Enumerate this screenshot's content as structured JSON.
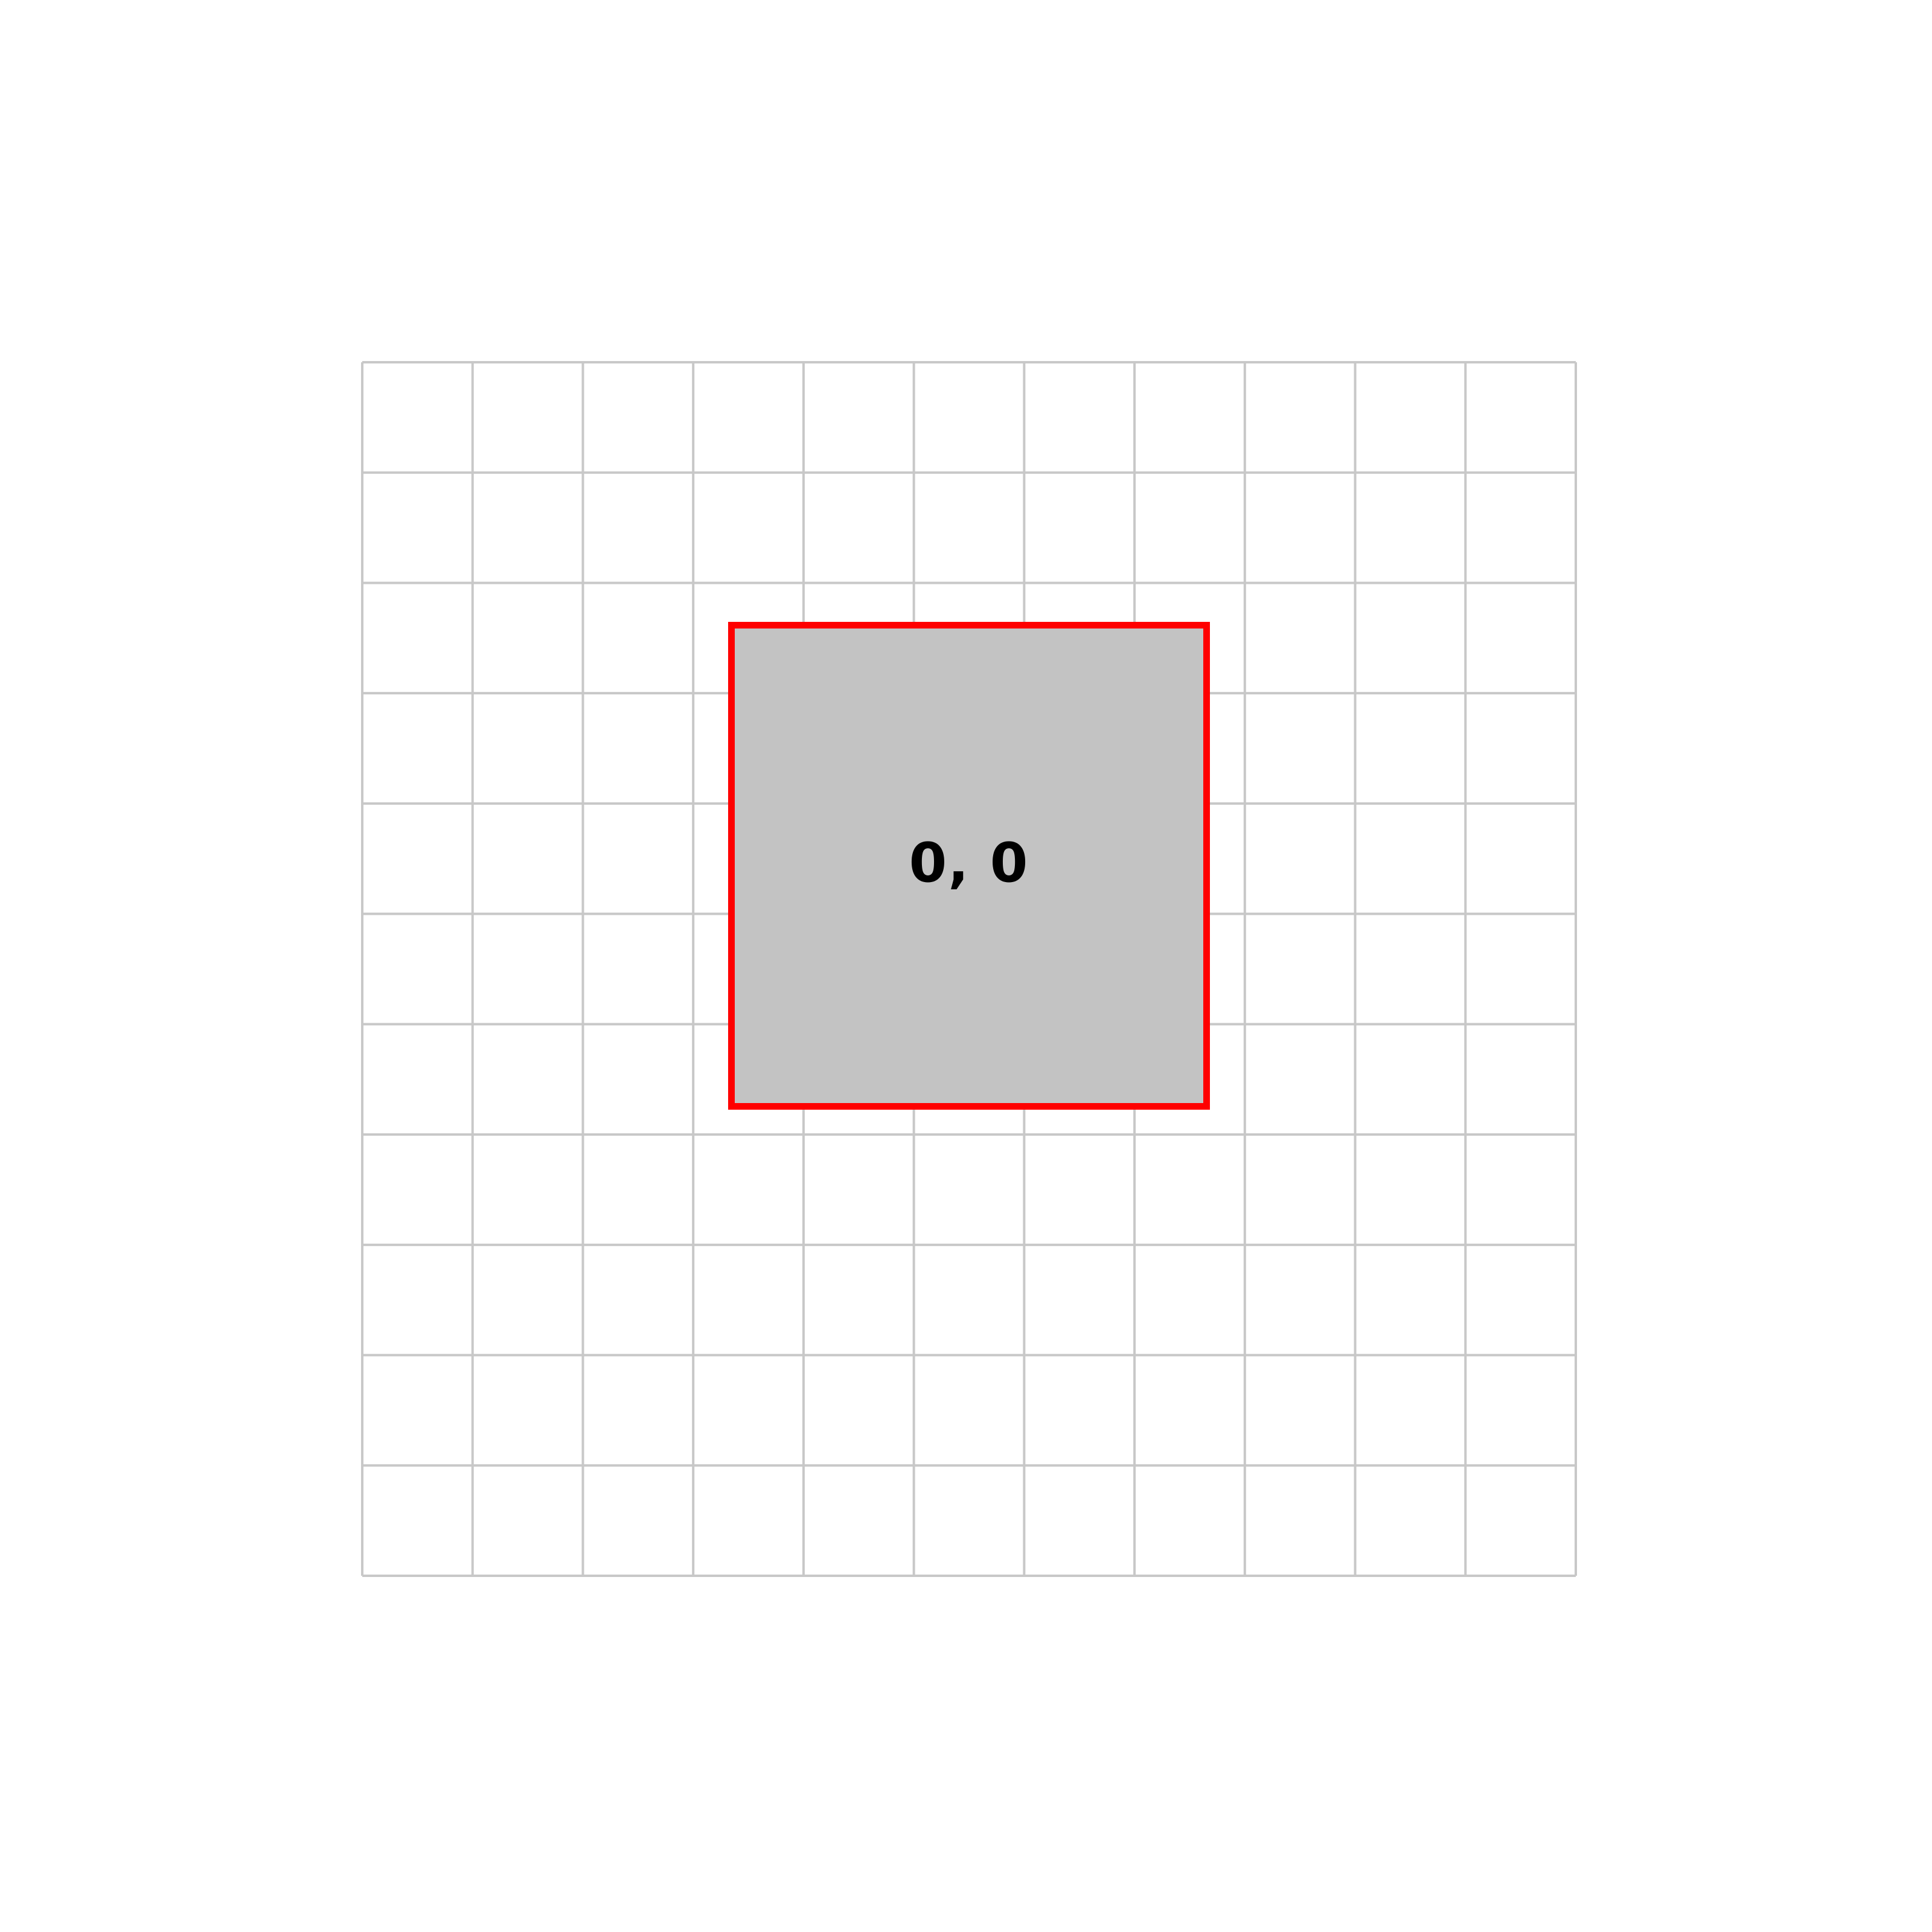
{
  "grid": {
    "rows": 11,
    "columns": 11,
    "line_color": "#c8c8c8",
    "background_color": "#ffffff"
  },
  "selected_cell": {
    "label": "0, 0",
    "fill_color": "#c3c3c3",
    "border_color": "#ff0000",
    "text_color": "#000000"
  }
}
